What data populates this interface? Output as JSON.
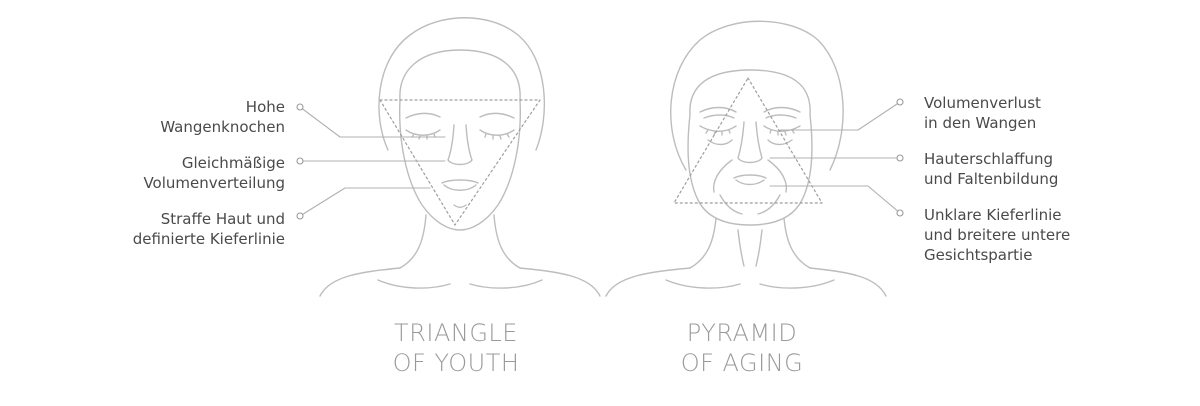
{
  "youth": {
    "labels": [
      {
        "line1": "Hohe",
        "line2": "Wangenknochen"
      },
      {
        "line1": "Gleichmäßige",
        "line2": "Volumenverteilung"
      },
      {
        "line1": "Straffe Haut und",
        "line2": "definierte Kieferlinie"
      }
    ],
    "caption": {
      "line1": "TRIANGLE",
      "line2": "OF YOUTH"
    }
  },
  "aging": {
    "labels": [
      {
        "line1": "Volumenverlust",
        "line2": "in den Wangen"
      },
      {
        "line1": "Hauterschlaffung",
        "line2": "und Faltenbildung"
      },
      {
        "line1": "Unklare Kieferlinie",
        "line2": "und breitere untere",
        "line3": "Gesichtspartie"
      }
    ],
    "caption": {
      "line1": "PYRAMID",
      "line2": "OF AGING"
    }
  },
  "colors": {
    "line": "#b9b9b9",
    "text": "#4a4a4a",
    "caption": "#9a9a9a"
  }
}
